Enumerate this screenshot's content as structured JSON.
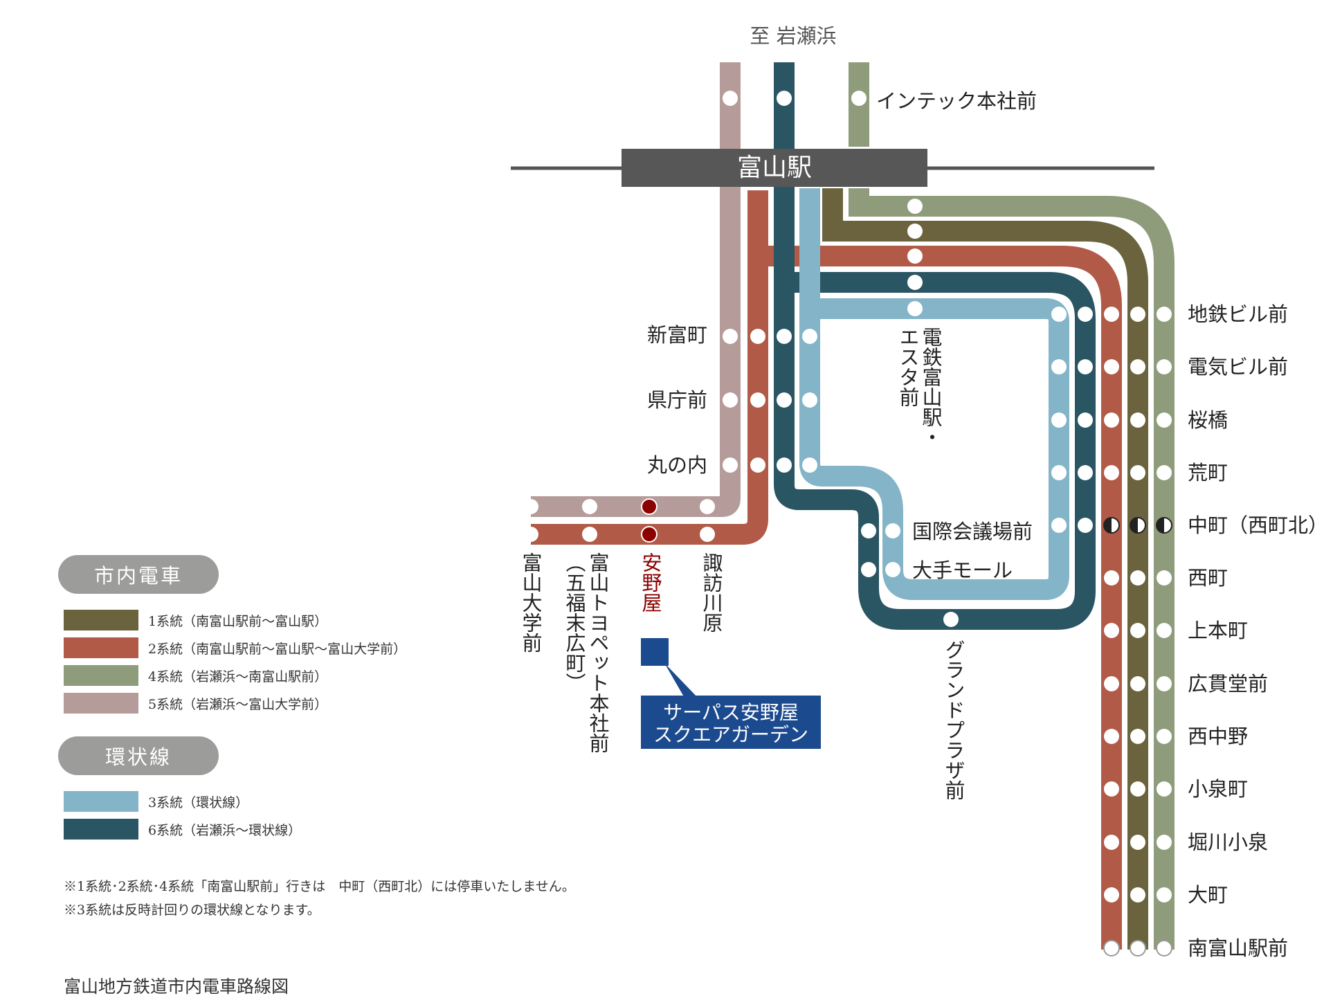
{
  "title": "富山地方鉄道市内電車路線図",
  "colors": {
    "line1": "#6a633d",
    "line2": "#b05a47",
    "line4": "#8e9c7b",
    "line5": "#b59c9a",
    "line3": "#84b4c8",
    "line6": "#2a5563",
    "station_box": "#575757",
    "highlight_station": "#8b0000",
    "property_box": "#1c4a8e",
    "pill": "#9c9c9a"
  },
  "direction_label": "至 岩瀬浜",
  "main_station": "富山駅",
  "north_station": "インテック本社前",
  "west_stations": {
    "shintomicho": "新富町",
    "kenchomae": "県庁前",
    "marunouchi": "丸の内",
    "toyamadaigakumae": "富山大学前",
    "toyopet": "富山トヨペット本社前",
    "toyopet_alt": "（五福末広町）",
    "annoya": "安野屋",
    "suwagawara": "諏訪川原"
  },
  "loop_stations": {
    "dentetsu": "電鉄富山駅・",
    "esta": "エスタ前",
    "kokusai": "国際会議場前",
    "otemall": "大手モール",
    "grandplaza": "グランドプラザ前"
  },
  "south_stations": [
    "地鉄ビル前",
    "電気ビル前",
    "桜橋",
    "荒町",
    "中町（西町北）",
    "西町",
    "上本町",
    "広貫堂前",
    "西中野",
    "小泉町",
    "堀川小泉",
    "大町",
    "南富山駅前"
  ],
  "property": {
    "line1": "サーパス安野屋",
    "line2": "スクエアガーデン"
  },
  "legend": {
    "city_tram_title": "市内電車",
    "loop_title": "環状線",
    "city_items": [
      {
        "label": "1系統（南富山駅前〜富山駅）",
        "color": "#6a633d"
      },
      {
        "label": "2系統（南富山駅前〜富山駅〜富山大学前）",
        "color": "#b05a47"
      },
      {
        "label": "4系統（岩瀬浜〜南富山駅前）",
        "color": "#8e9c7b"
      },
      {
        "label": "5系統（岩瀬浜〜富山大学前）",
        "color": "#b59c9a"
      }
    ],
    "loop_items": [
      {
        "label": "3系統（環状線）",
        "color": "#84b4c8"
      },
      {
        "label": "6系統（岩瀬浜〜環状線）",
        "color": "#2a5563"
      }
    ]
  },
  "notes": [
    "※1系統･2系統･4系統「南富山駅前」行きは　中町（西町北）には停車いたしません。",
    "※3系統は反時計回りの環状線となります。"
  ]
}
